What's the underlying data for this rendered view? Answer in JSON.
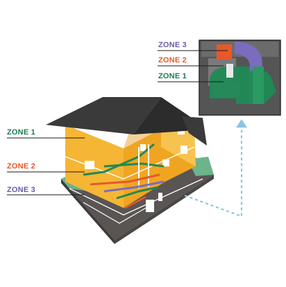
{
  "main_labels": [
    {
      "text": "ZONE 1",
      "color": "#1f7a4f"
    },
    {
      "text": "ZONE 2",
      "color": "#e8582a"
    },
    {
      "text": "ZONE 3",
      "color": "#6a5aa8"
    }
  ],
  "inset_labels": [
    {
      "text": "ZONE 3",
      "color": "#6a5aa8"
    },
    {
      "text": "ZONE 2",
      "color": "#e8582a"
    },
    {
      "text": "ZONE 1",
      "color": "#1f7a4f"
    }
  ],
  "colors": {
    "roof": "#3a3a3a",
    "wall": "#f5b635",
    "ground": "#5a5553",
    "lawn": "#6cb48a",
    "duct_green": "#1f8a55",
    "duct_orange": "#e8582a",
    "duct_purple": "#7b6cc0",
    "pointer": "#8ac4e0"
  }
}
